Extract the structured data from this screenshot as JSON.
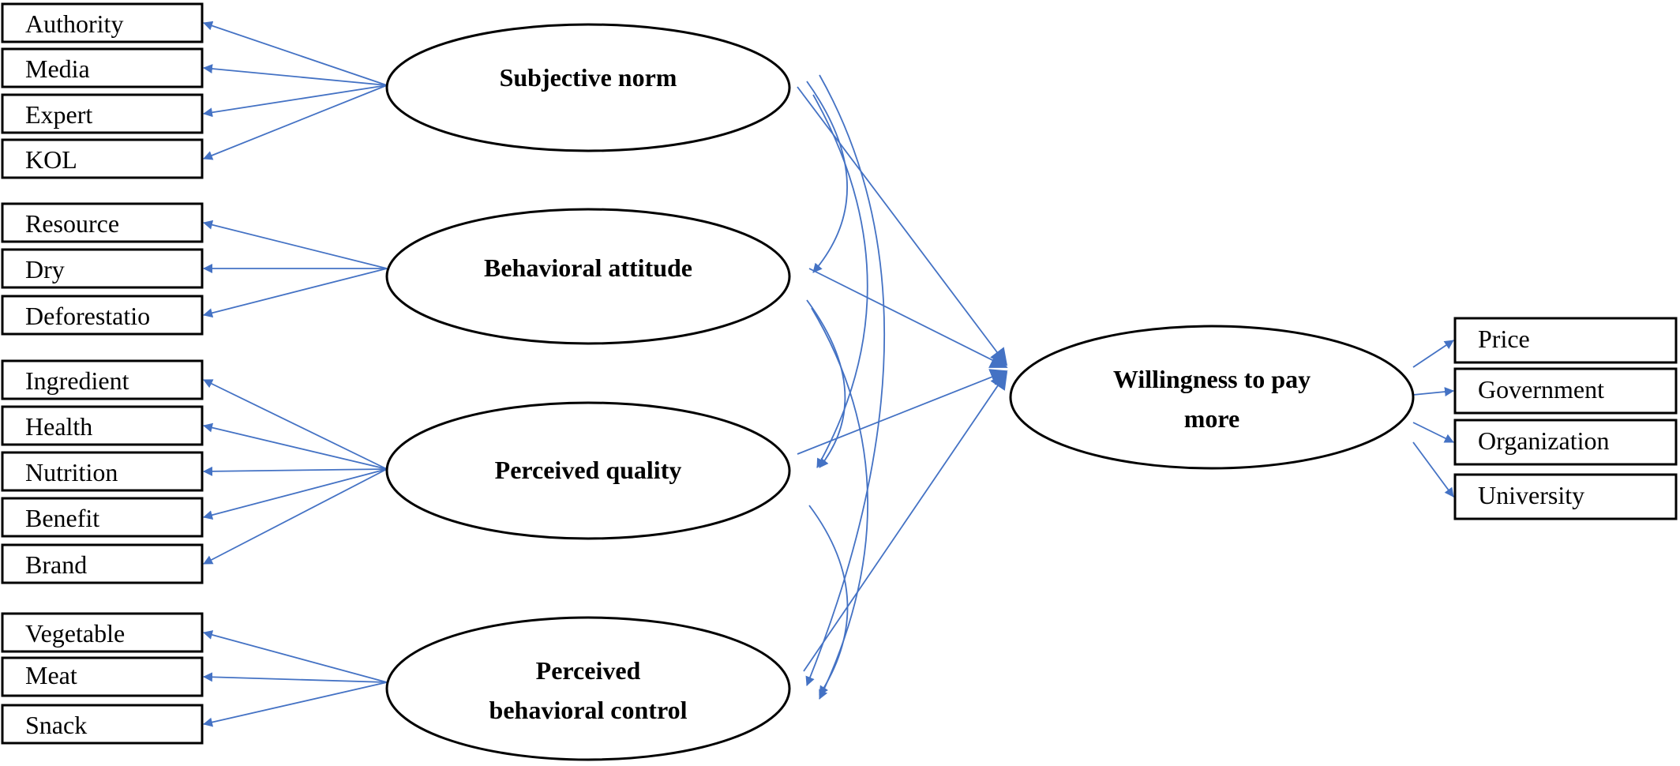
{
  "diagram": {
    "edge_color": "#4472c4",
    "constructs": {
      "subjective_norm": {
        "lines": [
          "Subjective norm"
        ]
      },
      "behavioral_attitude": {
        "lines": [
          "Behavioral attitude"
        ]
      },
      "perceived_quality": {
        "lines": [
          "Perceived quality"
        ]
      },
      "perceived_control": {
        "lines": [
          "Perceived",
          "behavioral control"
        ]
      },
      "willingness": {
        "lines": [
          "Willingness to pay",
          "more"
        ]
      }
    },
    "indicators": {
      "subjective_norm": [
        "Authority",
        "Media",
        "Expert",
        "KOL"
      ],
      "behavioral_attitude": [
        "Resource",
        "Dry",
        "Deforestatio"
      ],
      "perceived_quality": [
        "Ingredient",
        "Health",
        "Nutrition",
        "Benefit",
        "Brand"
      ],
      "perceived_control": [
        "Vegetable",
        "Meat",
        "Snack"
      ],
      "willingness": [
        "Price",
        "Government",
        "Organization",
        "University"
      ]
    }
  }
}
